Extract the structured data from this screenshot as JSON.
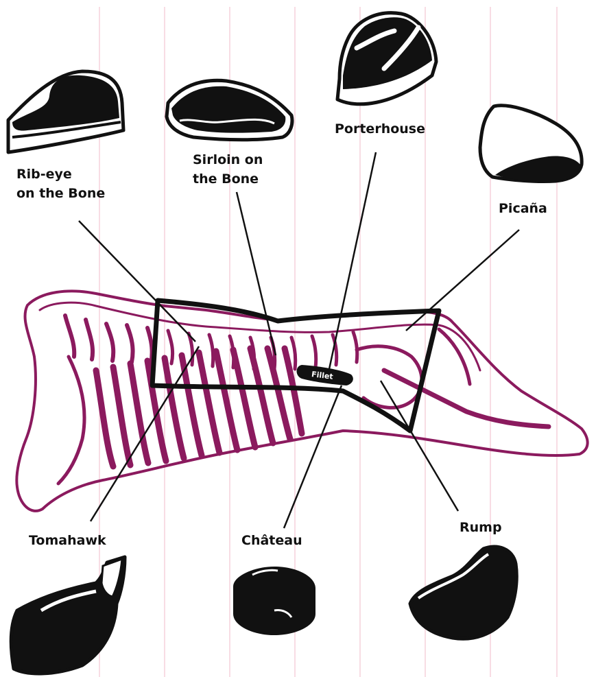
{
  "colors": {
    "background": "#ffffff",
    "guide_lines": "#f2c6d3",
    "skeleton": "#8b1a5e",
    "ink": "#111111",
    "fillet_text": "#ffffff"
  },
  "cuts": {
    "rib_eye": {
      "line1": "Rib-",
      "line1b": "eye",
      "line2": "on the Bone",
      "icon": "rib-eye-steak-icon"
    },
    "sirloin": {
      "line1": "Sirloin on",
      "line2": "the Bone",
      "icon": "sirloin-steak-icon"
    },
    "porterhouse": {
      "label": "Porterhouse",
      "icon": "porterhouse-steak-icon"
    },
    "picana": {
      "label": "Picaña",
      "icon": "picana-steak-icon"
    },
    "tomahawk": {
      "label": "Tomahawk",
      "icon": "tomahawk-steak-icon"
    },
    "chateau": {
      "label": "Château",
      "icon": "chateau-steak-icon"
    },
    "rump": {
      "label": "Rump",
      "icon": "rump-steak-icon"
    }
  },
  "diagram": {
    "fillet_label": "Fillet",
    "carcass_icon": "beef-carcass-skeleton-icon"
  }
}
